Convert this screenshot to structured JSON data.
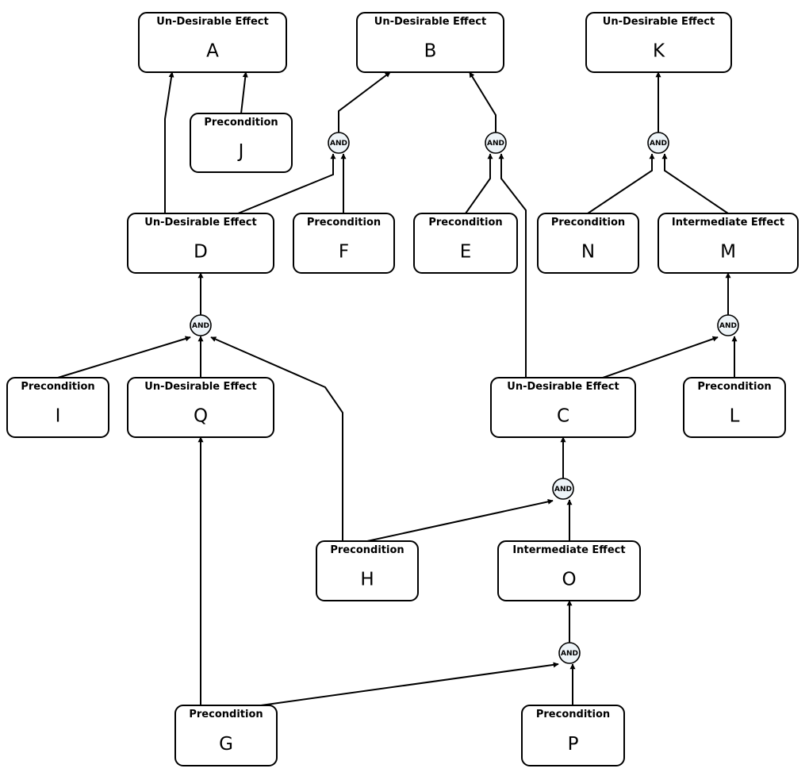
{
  "colors": {
    "ude": "#ee8282",
    "precondition": "#9b9bcc",
    "intermediate": "#d6ecc8",
    "gate_fill": "#eef4f8",
    "stroke": "#000000"
  },
  "header_labels": {
    "ude": "Un-Desirable Effect",
    "precondition": "Precondition",
    "intermediate": "Intermediate Effect"
  },
  "gate_label": "AND",
  "nodes": [
    {
      "id": "A",
      "type": "ude",
      "label": "A"
    },
    {
      "id": "B",
      "type": "ude",
      "label": "B"
    },
    {
      "id": "K",
      "type": "ude",
      "label": "K"
    },
    {
      "id": "J",
      "type": "precondition",
      "label": "J"
    },
    {
      "id": "D",
      "type": "ude",
      "label": "D"
    },
    {
      "id": "F",
      "type": "precondition",
      "label": "F"
    },
    {
      "id": "E",
      "type": "precondition",
      "label": "E"
    },
    {
      "id": "N",
      "type": "precondition",
      "label": "N"
    },
    {
      "id": "M",
      "type": "intermediate",
      "label": "M"
    },
    {
      "id": "I",
      "type": "precondition",
      "label": "I"
    },
    {
      "id": "Q",
      "type": "ude",
      "label": "Q"
    },
    {
      "id": "C",
      "type": "ude",
      "label": "C"
    },
    {
      "id": "L",
      "type": "precondition",
      "label": "L"
    },
    {
      "id": "H",
      "type": "precondition",
      "label": "H"
    },
    {
      "id": "O",
      "type": "intermediate",
      "label": "O"
    },
    {
      "id": "G",
      "type": "precondition",
      "label": "G"
    },
    {
      "id": "P",
      "type": "precondition",
      "label": "P"
    }
  ],
  "gates": [
    {
      "id": "and_B_left"
    },
    {
      "id": "and_B_right"
    },
    {
      "id": "and_K"
    },
    {
      "id": "and_D"
    },
    {
      "id": "and_M"
    },
    {
      "id": "and_C"
    },
    {
      "id": "and_O"
    }
  ],
  "edges": [
    {
      "from": "D",
      "to": "A"
    },
    {
      "from": "J",
      "to": "A"
    },
    {
      "from": "and_B_left",
      "to": "B"
    },
    {
      "from": "D",
      "to": "and_B_left"
    },
    {
      "from": "F",
      "to": "and_B_left"
    },
    {
      "from": "and_B_right",
      "to": "B"
    },
    {
      "from": "E",
      "to": "and_B_right"
    },
    {
      "from": "C",
      "to": "and_B_right"
    },
    {
      "from": "and_K",
      "to": "K"
    },
    {
      "from": "N",
      "to": "and_K"
    },
    {
      "from": "M",
      "to": "and_K"
    },
    {
      "from": "and_D",
      "to": "D"
    },
    {
      "from": "I",
      "to": "and_D"
    },
    {
      "from": "Q",
      "to": "and_D"
    },
    {
      "from": "H",
      "to": "and_D"
    },
    {
      "from": "and_M",
      "to": "M"
    },
    {
      "from": "C",
      "to": "and_M"
    },
    {
      "from": "L",
      "to": "and_M"
    },
    {
      "from": "and_C",
      "to": "C"
    },
    {
      "from": "H",
      "to": "and_C"
    },
    {
      "from": "O",
      "to": "and_C"
    },
    {
      "from": "and_O",
      "to": "O"
    },
    {
      "from": "G",
      "to": "and_O"
    },
    {
      "from": "P",
      "to": "and_O"
    },
    {
      "from": "G",
      "to": "Q"
    }
  ]
}
